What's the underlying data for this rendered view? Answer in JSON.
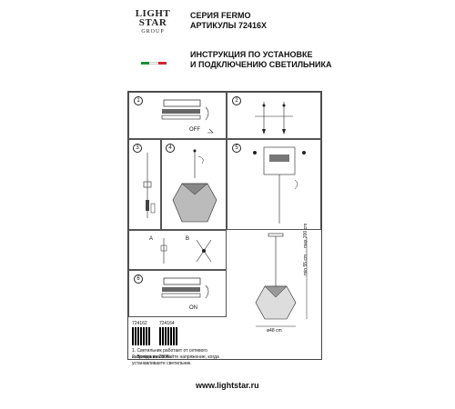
{
  "brand": {
    "line1": "LIGHT",
    "line2": "STAR",
    "line3": "GROUP",
    "flag_colors": [
      "#1d8f3a",
      "#ffffff",
      "#d22630"
    ]
  },
  "header": {
    "series": "СЕРИЯ FERMO",
    "articles": "АРТИКУЛЫ 72416X",
    "title_line1": "ИНСТРУКЦИЯ ПО УСТАНОВКЕ",
    "title_line2": "И ПОДКЛЮЧЕНИЮ СВЕТИЛЬНИКА"
  },
  "steps": {
    "s1": "1",
    "s2": "2",
    "s3": "3",
    "s4": "4",
    "s5": "5",
    "s6": "6",
    "off_label": "OFF",
    "on_label": "ON",
    "label_a": "A",
    "label_b": "B"
  },
  "dimensions": {
    "height": "min 55 cm ... max 200 cm",
    "diameter": "ø48 cm"
  },
  "articles": {
    "a1": "724162",
    "a2": "724164"
  },
  "notes": {
    "n1": "1. Светильник работает от сетевого напряжения 230В.",
    "n2": "2. Всегда выключайте напряжение, когда устанавливаете светильник."
  },
  "footer": {
    "url": "www.lightstar.ru"
  }
}
